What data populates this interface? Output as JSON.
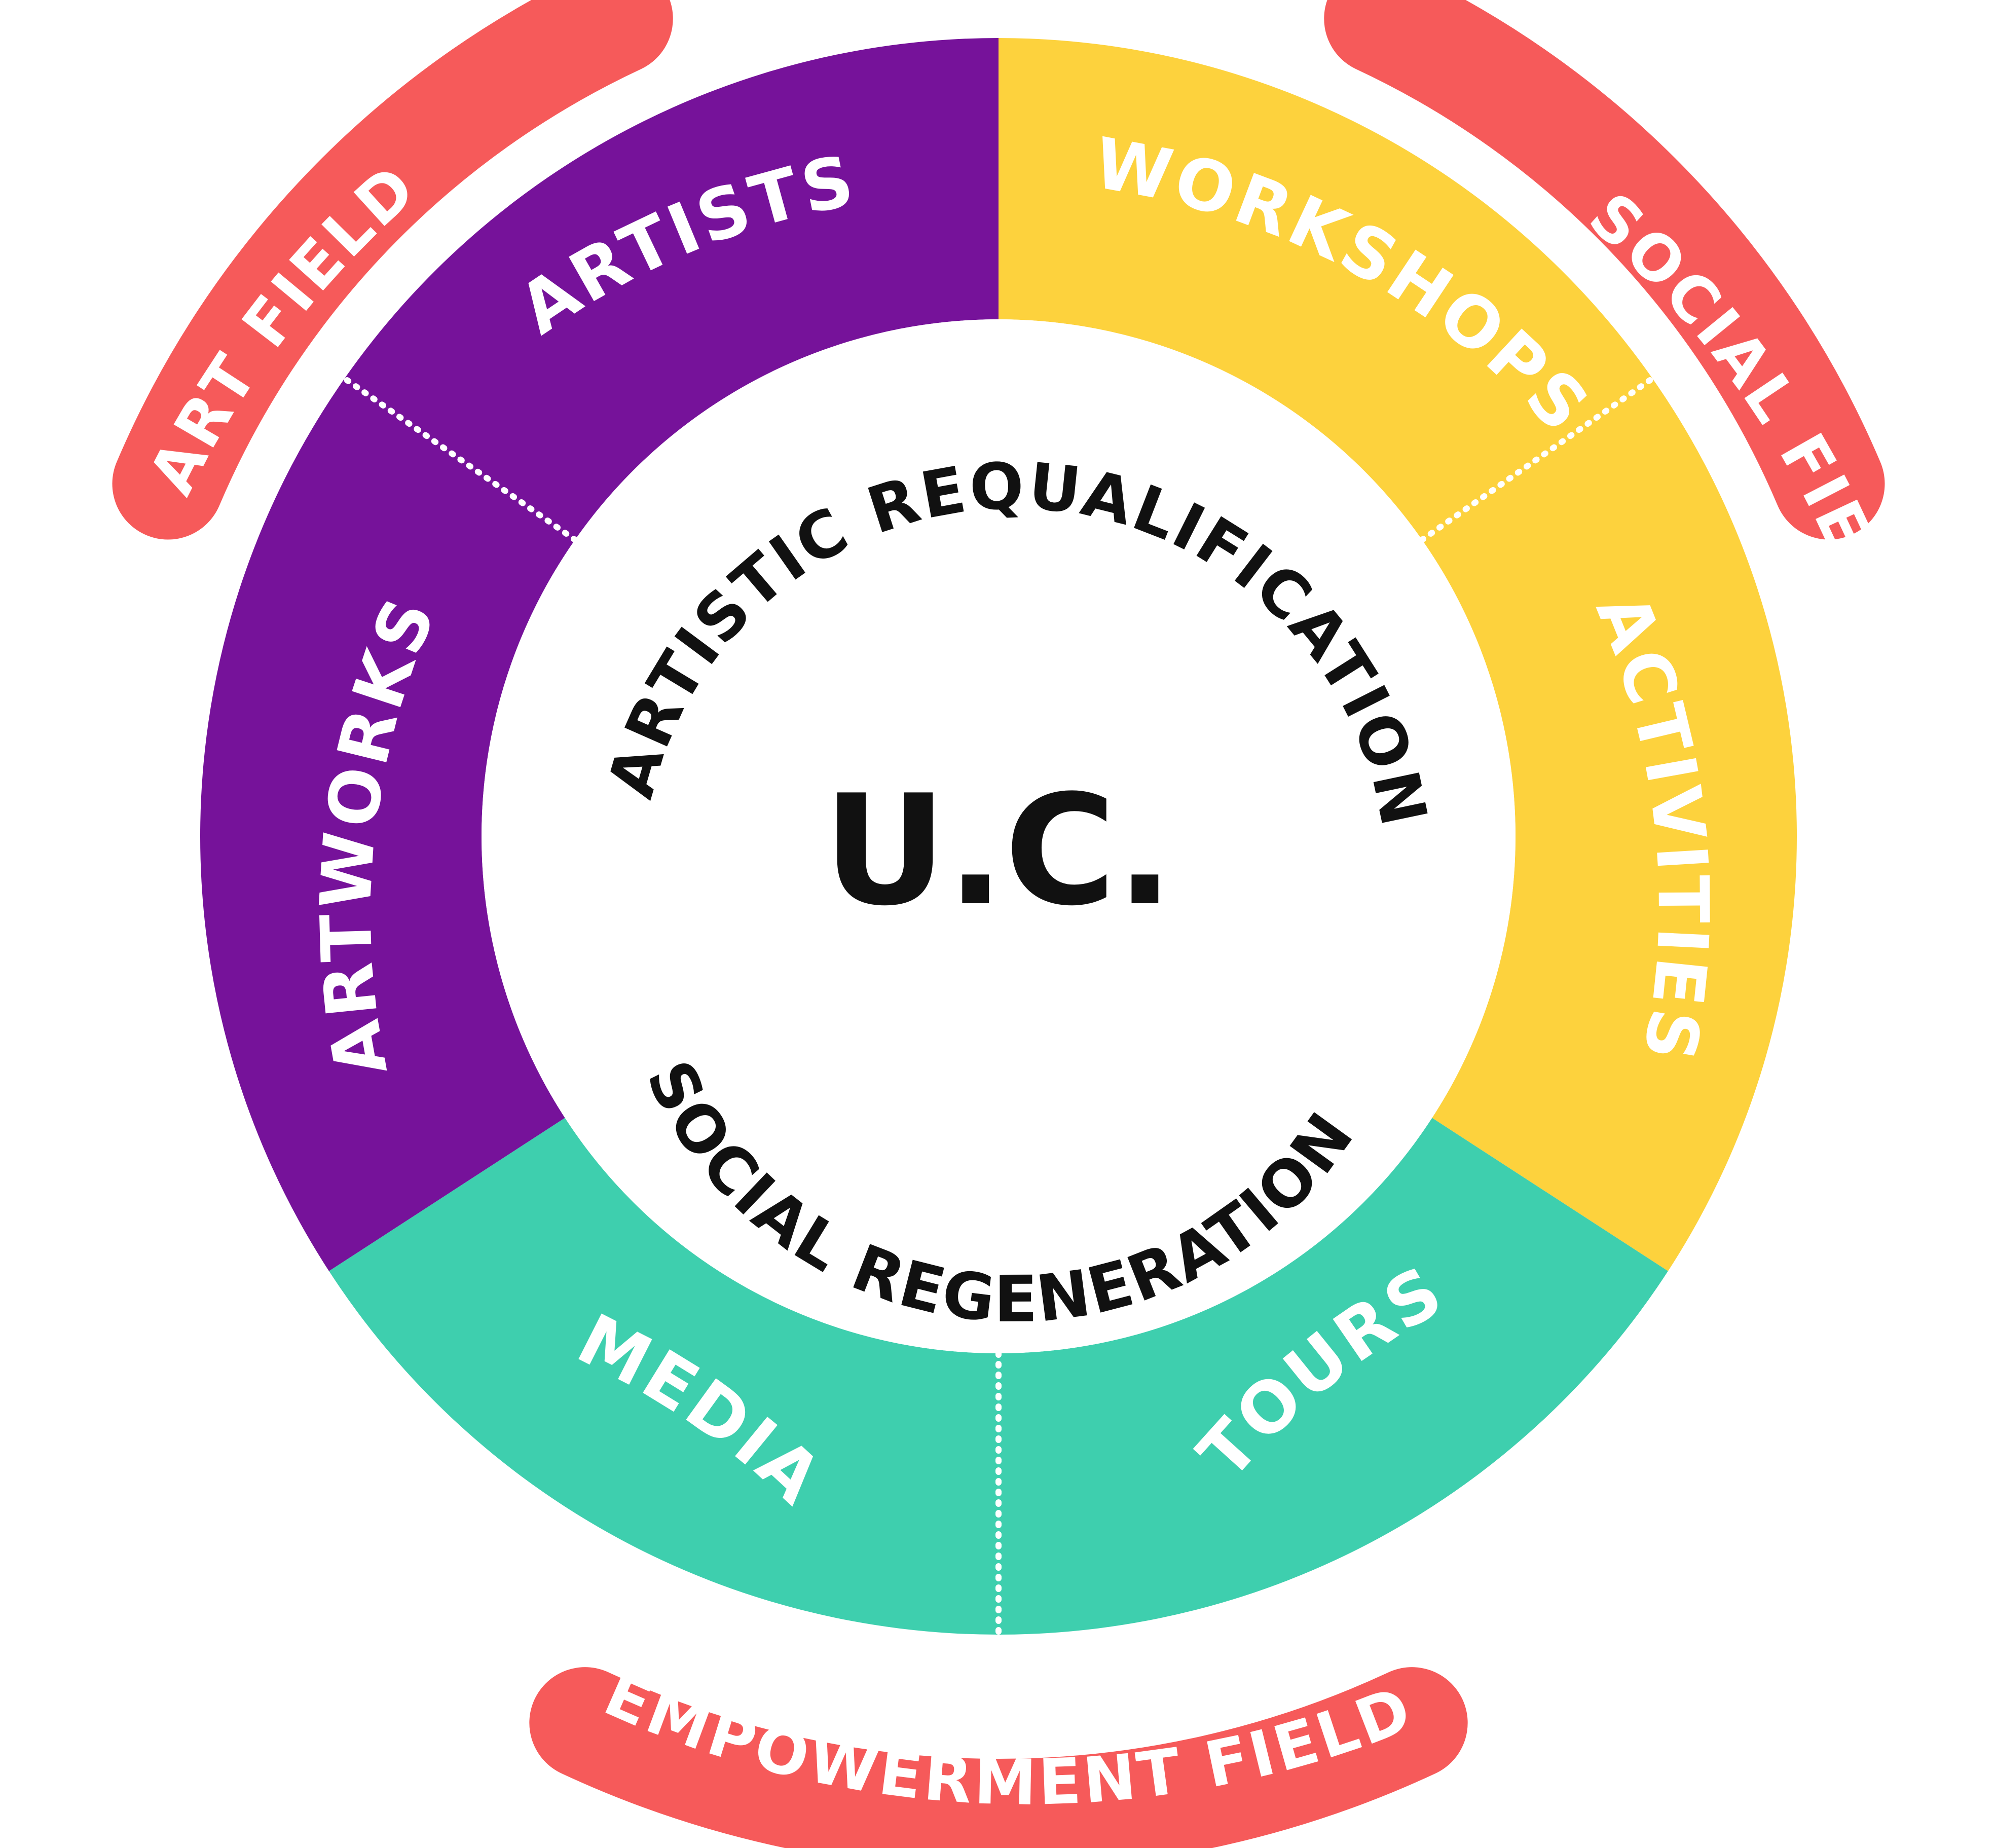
{
  "diagram": {
    "center_label": "U.C.",
    "inner_top_label": "ARTISTIC REQUALIFICATION",
    "inner_bottom_label": "SOCIAL REGENERATION",
    "colors": {
      "art": "#76129a",
      "social": "#fdd23d",
      "empowerment": "#3ecfae",
      "field_band": "#f65a5a",
      "center": "#ffffff",
      "text_dark": "#111111",
      "text_light": "#ffffff"
    },
    "segments": [
      {
        "id": "artists",
        "label": "ARTISTS",
        "group": "art"
      },
      {
        "id": "workshops",
        "label": "WORKSHOPS",
        "group": "social"
      },
      {
        "id": "activities",
        "label": "ACTIVITIES",
        "group": "social"
      },
      {
        "id": "tours",
        "label": "TOURS",
        "group": "empowerment"
      },
      {
        "id": "media",
        "label": "MEDIA",
        "group": "empowerment"
      },
      {
        "id": "artworks",
        "label": "ARTWORKS",
        "group": "art"
      }
    ],
    "fields": [
      {
        "id": "art-field",
        "label": "ART FIELD"
      },
      {
        "id": "social-field",
        "label": "SOCIAL FIELD"
      },
      {
        "id": "empowerment-field",
        "label": "EMPOWERMENT FIELD"
      }
    ]
  }
}
